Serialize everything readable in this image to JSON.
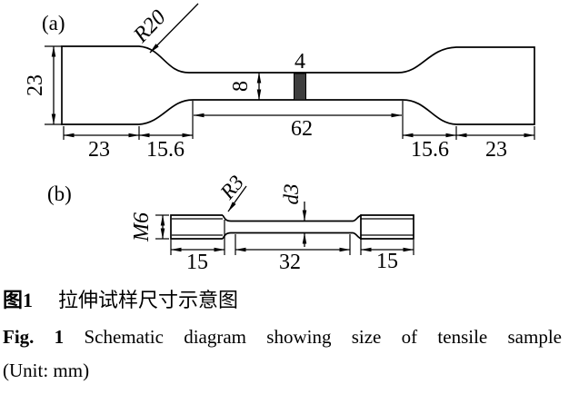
{
  "colors": {
    "line": "#000000",
    "mark_fill": "#3f3f3f",
    "background": "#ffffff"
  },
  "panel_a": {
    "label": "(a)",
    "radius_label": "R20",
    "grip_height": "23",
    "gauge_height": "8",
    "mark_width": "4",
    "gauge_length": "62",
    "left_grip_length": "23",
    "left_transition_length": "15.6",
    "right_transition_length": "15.6",
    "right_grip_length": "23"
  },
  "panel_b": {
    "label": "(b)",
    "thread_label": "M6",
    "radius_label": "R3",
    "diameter_label": "d3",
    "left_grip_length": "15",
    "gauge_length": "32",
    "right_grip_length": "15"
  },
  "caption": {
    "zh_fig_no": "图1",
    "zh_title": "拉伸试样尺寸示意图",
    "en_fig_no": "Fig. 1",
    "en_title": "Schematic diagram showing size of tensile sample",
    "unit_note": "(Unit: mm)"
  }
}
